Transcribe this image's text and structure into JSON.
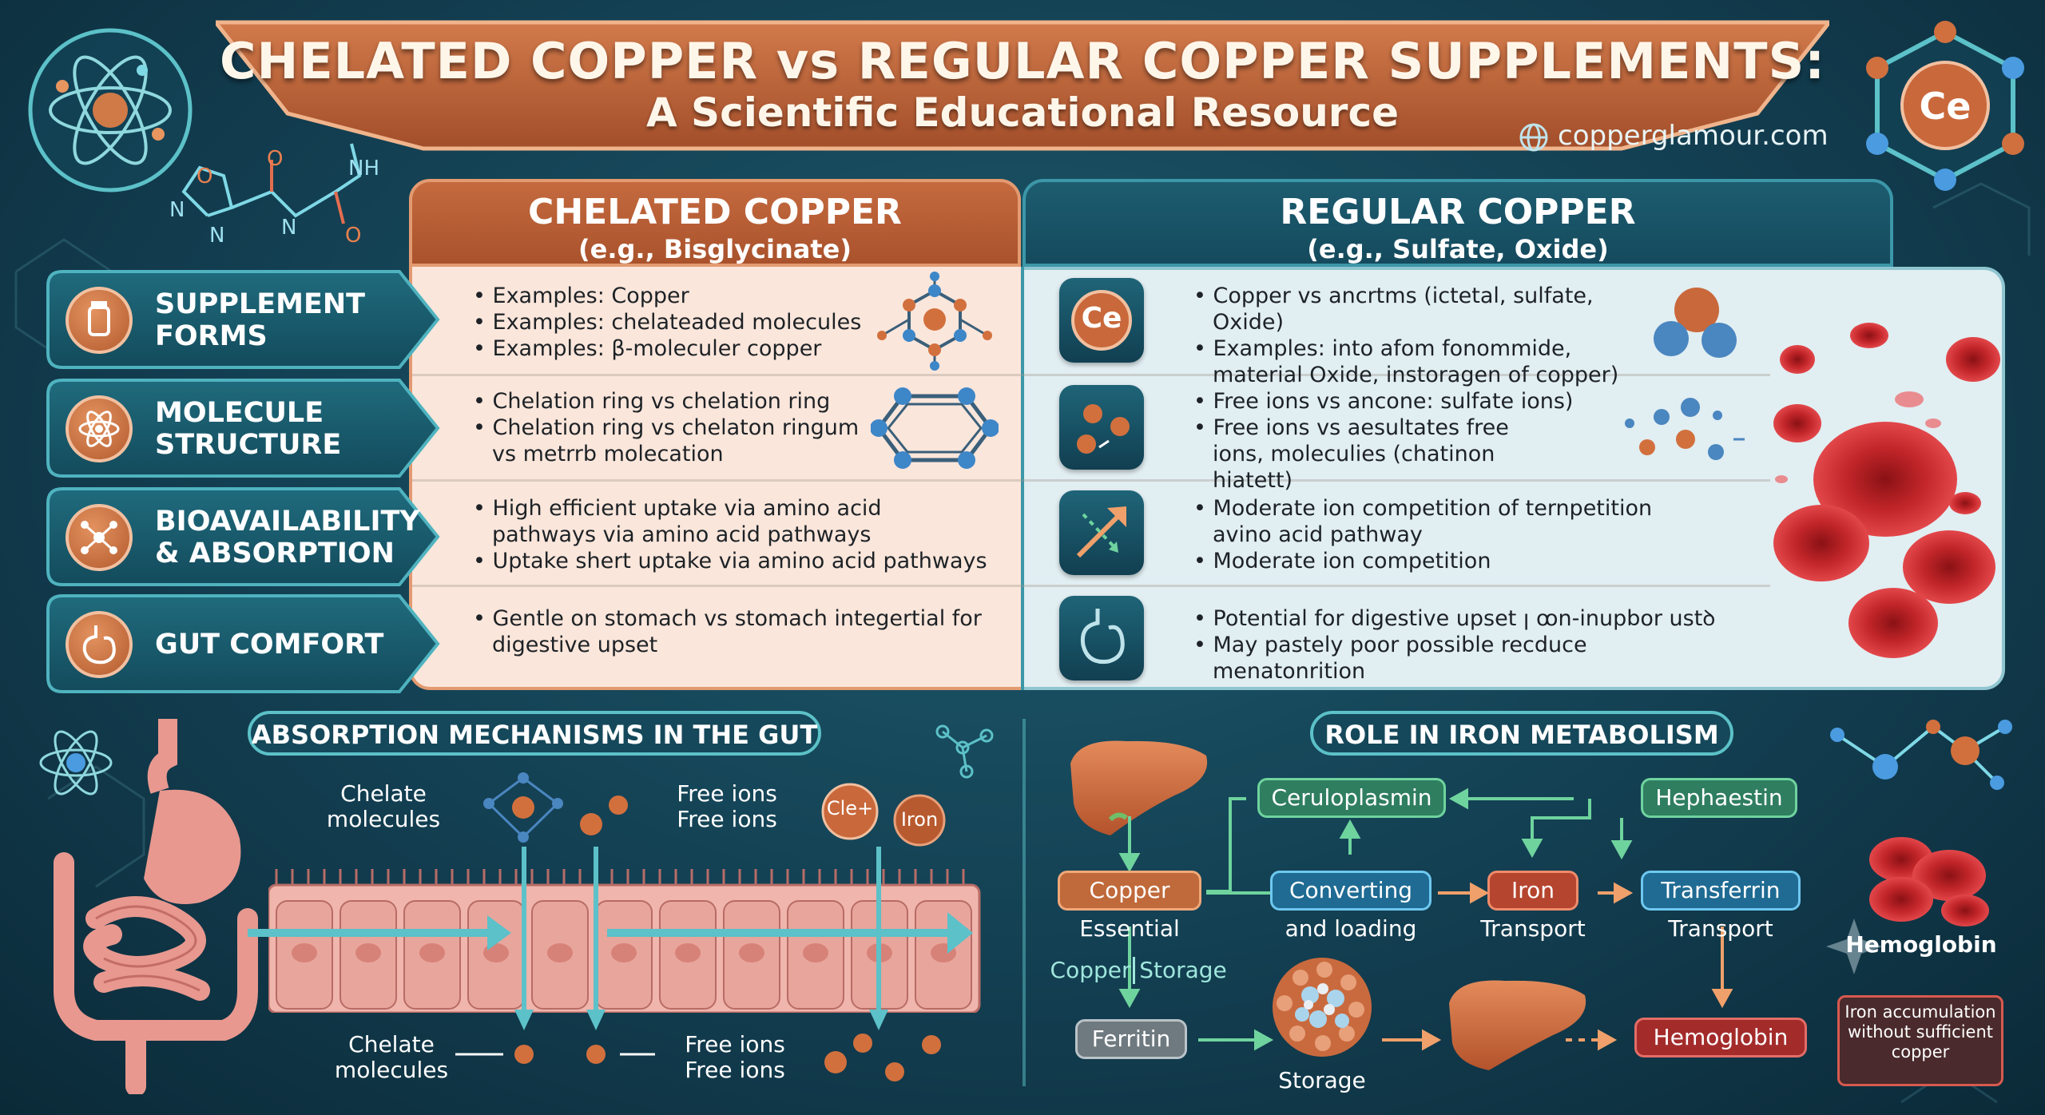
{
  "banner": {
    "title": "CHELATED COPPER vs REGULAR COPPER SUPPLEMENTS:",
    "subtitle": "A Scientific Educational Resource",
    "website": "copperglamour.com"
  },
  "badges": {
    "top_right_element": "Ce",
    "molecule_atom_labels": [
      "N",
      "O",
      "N",
      "O",
      "N",
      "NH",
      "O"
    ]
  },
  "columns": {
    "chelated": {
      "title": "CHELATED COPPER",
      "subtitle": "(e.g., Bisglycinate)"
    },
    "regular": {
      "title": "REGULAR COPPER",
      "subtitle": "(e.g., Sulfate, Oxide)"
    }
  },
  "rows": [
    {
      "label": [
        "SUPPLEMENT",
        "FORMS"
      ],
      "chelated": [
        "• Examples: Copper",
        "• Examples: chelateaded molecules",
        "• Examples: β-moleculer copper"
      ],
      "regular_icon": "Ce",
      "regular": [
        "• Copper vs ancrtms (ictetal, sulfate, Oxide)",
        "• Examples: into afom fonommide, material Oxide, instoragen of copper)"
      ]
    },
    {
      "label": [
        "MOLECULE",
        "STRUCTURE"
      ],
      "chelated": [
        "• Chelation ring vs chelation ring",
        "• Chelation ring vs chelaton ringum vs metrrb molecation"
      ],
      "regular": [
        "• Free ions vs ancone: sulfate ions)",
        "• Free ions vs aesultates free ions, moleculies (chatinon hiatett)"
      ]
    },
    {
      "label": [
        "BIOAVAILABILITY",
        "& ABSORPTION"
      ],
      "chelated": [
        "• High efficient uptake via amino acid pathways via amino acid pathways",
        "• Uptake shert uptake via amino acid pathways"
      ],
      "regular": [
        "• Moderate ion competition of ternpetition avino acid pathway",
        "• Moderate ion competition"
      ]
    },
    {
      "label": [
        "GUT COMFORT"
      ],
      "chelated": [
        "• Gentle on stomach vs stomach integertial for digestive upset"
      ],
      "regular": [
        "• Potential for digestive upset ꞁ ꝏn-inupbor ustꝺ",
        "• May pastely poor possible recduce menatonrition"
      ]
    }
  ],
  "gut_section": {
    "title": "ABSORPTION MECHANISMS IN THE GUT",
    "chelate_top": "Chelate molecules",
    "free_top": "Free ions Free ions",
    "chelate_bottom": "Chelate molecules",
    "free_bottom": "Free ions Free ions",
    "badge_cle": "Cle+",
    "badge_iron": "Iron"
  },
  "iron_section": {
    "title": "ROLE IN IRON METABOLISM",
    "nodes": {
      "ceruloplasmin": "Ceruloplasmin",
      "hephaestin": "Hephaestin",
      "copper": "Copper",
      "converting": "Converting",
      "iron": "Iron",
      "transferrin": "Transferrin",
      "ferritin": "Ferritin",
      "hemoglobin": "Hemoglobin"
    },
    "captions": {
      "essential": "Essential",
      "loading": "and loading",
      "iron_transport": "Transport",
      "transferrin_transport": "Transport",
      "copper_storage_left": "Copper",
      "copper_storage_right": "Storage",
      "storage": "Storage",
      "hemoglobin_cells": "Hemoglobin"
    },
    "warning": "Iron accumulation without sufficient copper"
  },
  "colors": {
    "copper": "#c56a3f",
    "teal": "#154a5d",
    "panel_chelated": "#fbe6db",
    "panel_regular": "#e1eef2",
    "arrow": "#5cc1c8"
  }
}
